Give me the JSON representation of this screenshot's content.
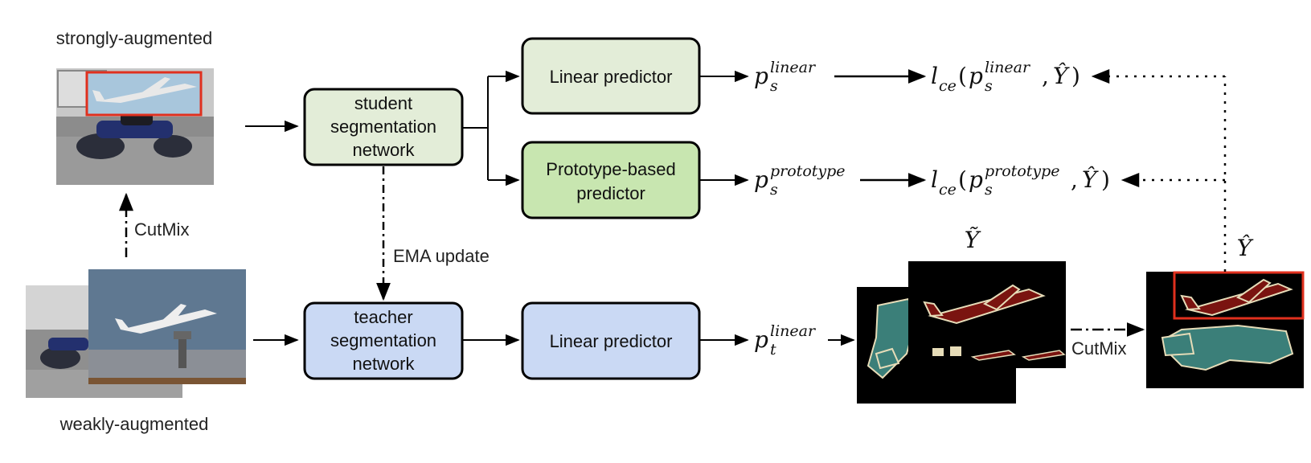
{
  "inputs": {
    "strong_label": "strongly-augmented",
    "weak_label": "weakly-augmented",
    "cutmix_label": "CutMix"
  },
  "networks": {
    "student": [
      "student",
      "segmentation",
      "network"
    ],
    "teacher": [
      "teacher",
      "segmentation",
      "network"
    ],
    "ema_label": "EMA update"
  },
  "predictors": {
    "linear_top": "Linear predictor",
    "prototype": [
      "Prototype-based",
      "predictor"
    ],
    "linear_bottom": "Linear predictor"
  },
  "outputs": {
    "p_s_linear": {
      "base": "p",
      "sub": "s",
      "sup": "linear"
    },
    "p_s_prototype": {
      "base": "p",
      "sub": "s",
      "sup": "prototype"
    },
    "p_t_linear": {
      "base": "p",
      "sub": "t",
      "sup": "linear"
    }
  },
  "losses": {
    "loss_linear": {
      "fn": "l",
      "fn_sub": "ce",
      "arg_sub": "s",
      "arg_sup": "linear",
      "target": "Ŷ"
    },
    "loss_prototype": {
      "fn": "l",
      "fn_sub": "ce",
      "arg_sub": "s",
      "arg_sup": "prototype",
      "target": "Ŷ"
    }
  },
  "pseudo_labels": {
    "y_tilde": "Ỹ",
    "y_hat": "Ŷ",
    "cutmix_label": "CutMix"
  },
  "colors": {
    "student_fill": "#e3edd8",
    "teacher_fill": "#cad9f4",
    "linear_fill": "#e3edd8",
    "prototype_fill": "#c8e6b0",
    "teacher_linear_fill": "#cad9f4",
    "mask_background": "#000000",
    "mask_airplane": "#7a1410",
    "mask_person": "#3b7f79",
    "mask_outline": "#e6dcb8",
    "cutmix_box": "#e0301e"
  }
}
